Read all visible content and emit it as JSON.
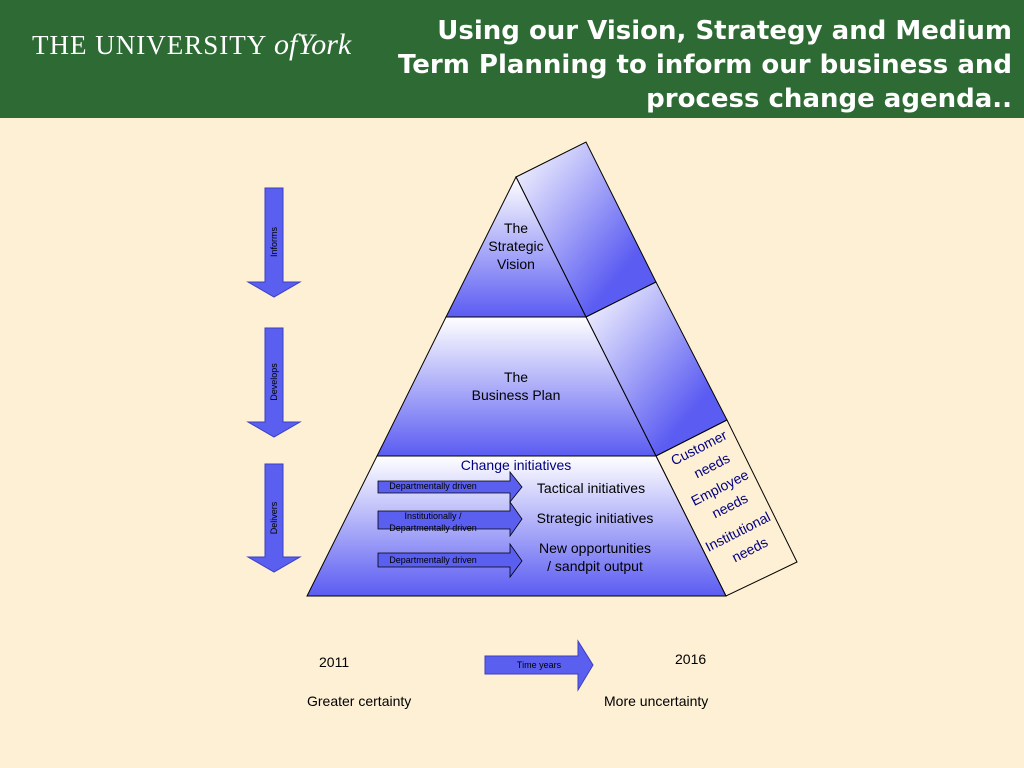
{
  "header": {
    "logo_main": "THE UNIVERSITY",
    "logo_of": "of",
    "logo_york": "York",
    "title": "Using our Vision, Strategy and Medium Term Planning to inform our business and process change agenda.."
  },
  "colors": {
    "header_bg": "#2e6b34",
    "page_bg": "#fdf0d5",
    "arrow_fill": "#5a5ff0",
    "pyramid_dark": "#5b5cf2",
    "pyramid_light": "#ffffff"
  },
  "left_arrows": [
    "Informs",
    "Develops",
    "Delivers"
  ],
  "pyramid": {
    "vision": [
      "The",
      "Strategic",
      "Vision"
    ],
    "business_plan": [
      "The",
      "Business Plan"
    ],
    "change_initiatives": "Change initiatives",
    "initiatives": [
      {
        "driver": [
          "Departmentally driven"
        ],
        "label": [
          "Tactical initiatives"
        ]
      },
      {
        "driver": [
          "Institutionally /",
          "Departmentally driven"
        ],
        "label": [
          "Strategic initiatives"
        ]
      },
      {
        "driver": [
          "Departmentally driven"
        ],
        "label": [
          "New opportunities",
          "/ sandpit output"
        ]
      }
    ],
    "side_labels": [
      "Customer needs",
      "Employee needs",
      "Institutional needs"
    ]
  },
  "timeline": {
    "start_year": "2011",
    "end_year": "2016",
    "arrow_label": "Time years",
    "start_caption": "Greater certainty",
    "end_caption": "More uncertainty"
  }
}
